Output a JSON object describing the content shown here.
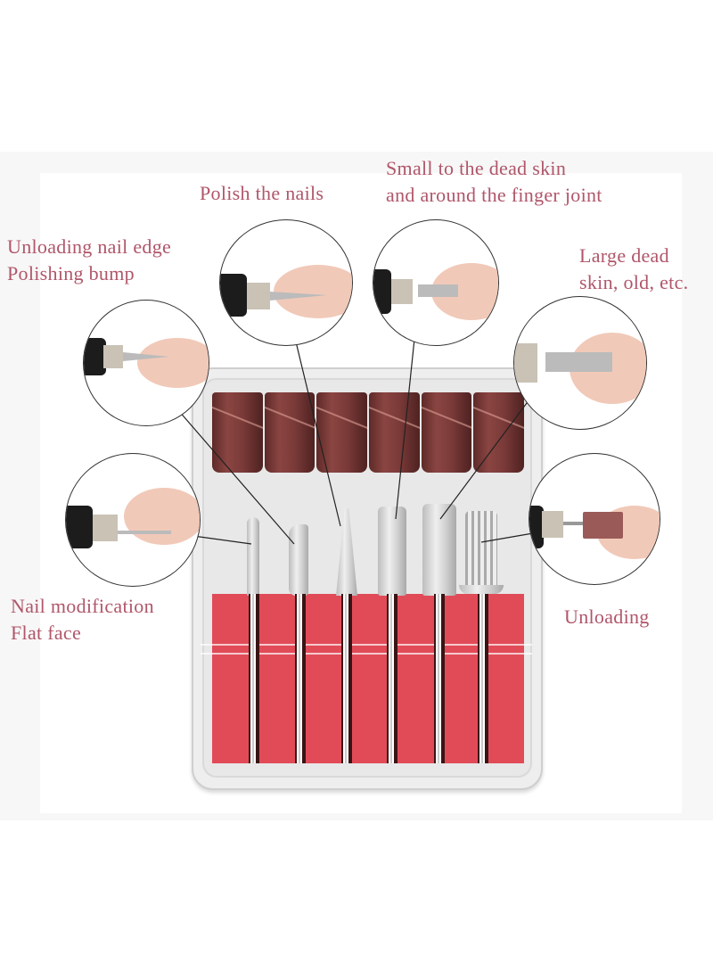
{
  "labels": {
    "polish_nails": {
      "lines": [
        "Polish the nails"
      ]
    },
    "small_dead_skin": {
      "lines": [
        "Small to the dead skin",
        "and around the finger joint"
      ]
    },
    "unloading_nail_edge": {
      "lines": [
        "Unloading nail edge",
        "Polishing bump"
      ]
    },
    "large_dead_skin": {
      "lines": [
        "Large dead",
        "skin, old, etc."
      ]
    },
    "nail_modification": {
      "lines": [
        "Nail modification",
        "Flat face"
      ]
    },
    "unloading": {
      "lines": [
        "Unloading"
      ]
    }
  },
  "colors": {
    "label_text": "#b0566a",
    "foam": "#e14b58",
    "sanding_band": "#7a3a38",
    "tray": "#eeeeee"
  },
  "product": {
    "sanding_bands_count": 6,
    "drill_bits_count": 6
  }
}
